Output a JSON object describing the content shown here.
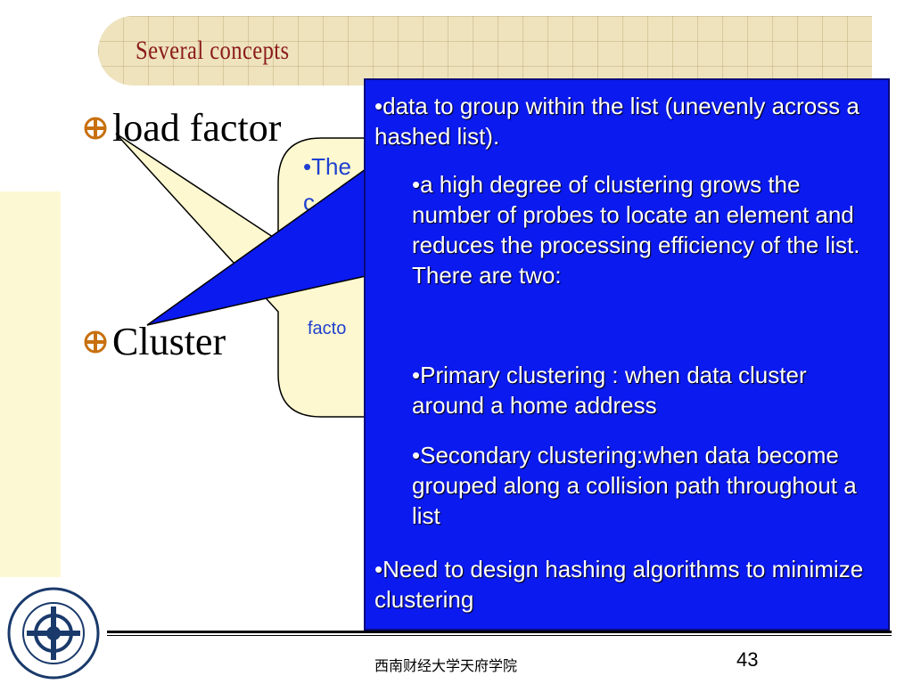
{
  "slide": {
    "title": "Several concepts",
    "bullets": [
      "load factor",
      "Cluster"
    ],
    "yellow_callout": {
      "line1": "•The",
      "line2": "c",
      "small": "facto"
    },
    "blue_callout": {
      "p1": "•data to group within the list (unevenly across a hashed list).",
      "p2": "•a high degree of clustering grows the number of probes to locate an element and reduces the processing efficiency of the list. There are two:",
      "p3": "•Primary clustering : when data cluster around a home address",
      "p4": "•Secondary clustering:when data become grouped along a collision path throughout a list",
      "p5": "•Need to design hashing algorithms to minimize clustering"
    },
    "footer": {
      "school": "西南财经大学天府学院",
      "page_number": "43"
    },
    "colors": {
      "title": "#8b1a1a",
      "callout_blue": "#0b1aee",
      "callout_yellow": "#fdf8cf",
      "bullet_icon": "#c8700f"
    }
  }
}
